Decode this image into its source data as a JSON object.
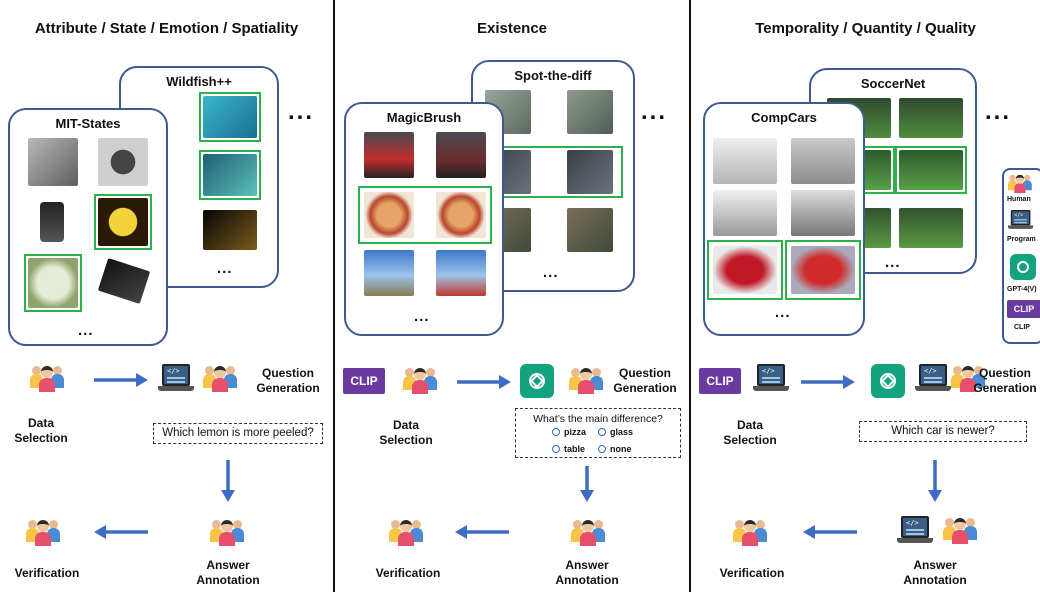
{
  "panels": [
    {
      "title": "Attribute / State / Emotion / Spatiality",
      "back_card": "Wildfish++",
      "front_card": "MIT-States",
      "question": "Which lemon is more peeled?",
      "labels": {
        "data_selection": "Data Selection",
        "question_generation": "Question Generation",
        "answer_annotation": "Answer Annotation",
        "verification": "Verification"
      }
    },
    {
      "title": "Existence",
      "back_card": "Spot-the-diff",
      "front_card": "MagicBrush",
      "clip": "CLIP",
      "question": "What’s the main difference?",
      "options": [
        "pizza",
        "glass",
        "table",
        "none"
      ],
      "labels": {
        "data_selection": "Data Selection",
        "question_generation": "Question Generation",
        "answer_annotation": "Answer Annotation",
        "verification": "Verification"
      }
    },
    {
      "title": "Temporality / Quantity / Quality",
      "back_card": "SoccerNet",
      "front_card": "CompCars",
      "clip": "CLIP",
      "question": "Which car is newer?",
      "labels": {
        "data_selection": "Data Selection",
        "question_generation": "Question Generation",
        "answer_annotation": "Answer Annotation",
        "verification": "Verification"
      }
    }
  ],
  "ellipsis": "...",
  "legend": {
    "human": "Human",
    "program": "Program",
    "gpt": "GPT-4(V)",
    "clip_badge": "CLIP",
    "clip": "CLIP"
  },
  "colors": {
    "card_border": "#3f5a8f",
    "highlight": "#2bb24c",
    "arrow": "#3d6cc4",
    "clip": "#6a3aa1",
    "gpt": "#14a37f"
  },
  "icons": [
    "person-group-icon",
    "laptop-code-icon",
    "chatgpt-icon",
    "clip-badge"
  ]
}
